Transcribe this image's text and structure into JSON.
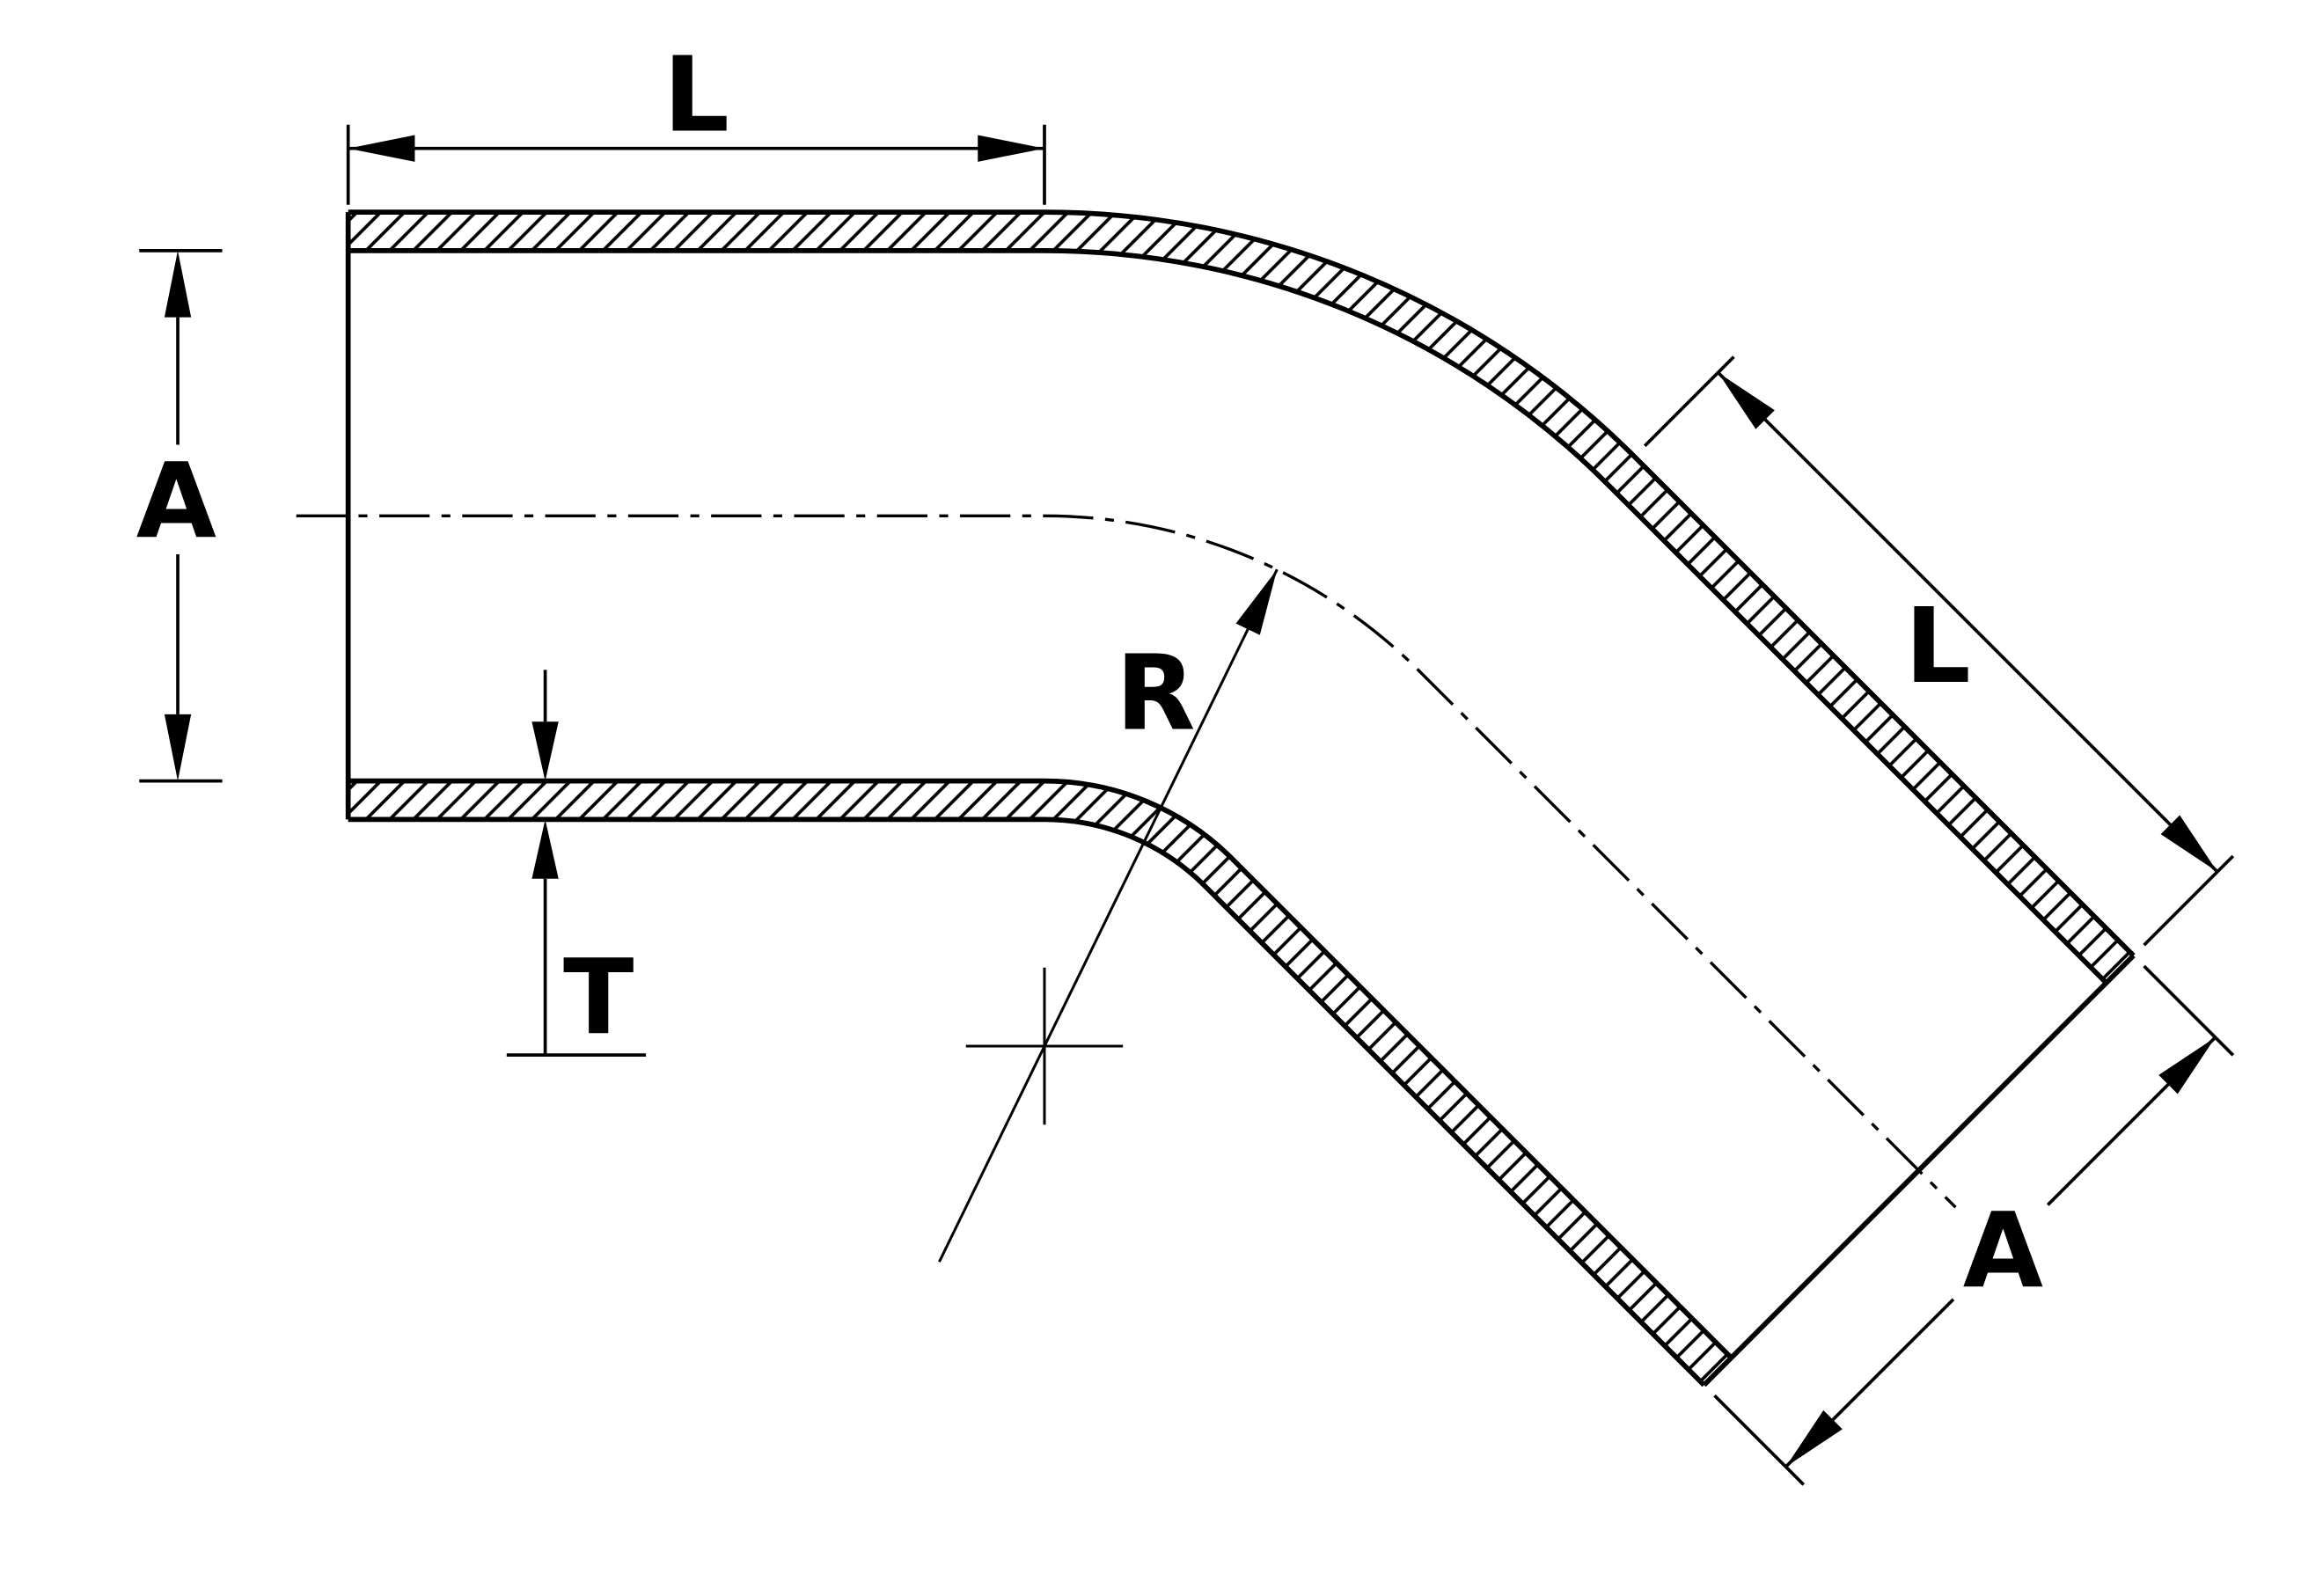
{
  "drawing": {
    "type": "technical-dimension-drawing",
    "subject": "45-degree elbow tube cross-section",
    "labels": {
      "top_length": "L",
      "left_diameter": "A",
      "bend_radius": "R",
      "wall_thickness": "T",
      "angled_length": "L",
      "end_diameter": "A"
    },
    "colors": {
      "line": "#000000",
      "background": "#ffffff"
    }
  }
}
